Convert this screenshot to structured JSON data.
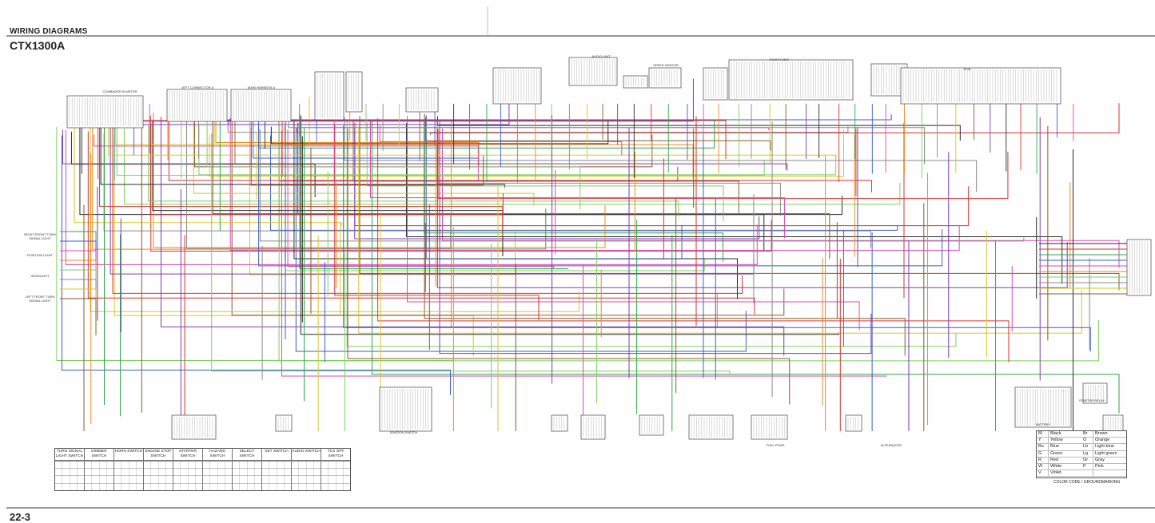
{
  "header": {
    "section_title": "WIRING DIAGRAMS",
    "model": "CTX1300A",
    "page_number": "22-3"
  },
  "wire_colors": {
    "black": "#2a2a2a",
    "red": "#e03030",
    "green": "#2fa84a",
    "blue": "#3a5fd0",
    "pink": "#e048b8",
    "orange": "#f08a20",
    "yellow": "#d8c820",
    "light_green": "#7fd060",
    "gray": "#8a8a8a",
    "brown": "#8b5a2b",
    "violet": "#7a3fb0"
  },
  "components": [
    {
      "label": "COMBINATION METER"
    },
    {
      "label": "LEFT CONNECTOR A"
    },
    {
      "label": "MAIN HARNESS A"
    },
    {
      "label": "AUDIO UNIT"
    },
    {
      "label": "SPEED SENSOR"
    },
    {
      "label": "PGM-FI UNIT"
    },
    {
      "label": "ECM"
    },
    {
      "label": "STARTER RELAY"
    },
    {
      "label": "FUEL PUMP"
    },
    {
      "label": "ALTERNATOR"
    },
    {
      "label": "IGNITION SWITCH"
    },
    {
      "label": "BATTERY"
    }
  ],
  "left_labels": [
    {
      "label": "RIGHT FRONT TURN SIGNAL LIGHT"
    },
    {
      "label": "POSITION LIGHT"
    },
    {
      "label": "HEADLIGHT"
    },
    {
      "label": "LEFT FRONT TURN SIGNAL LIGHT"
    }
  ],
  "switch_tables": [
    {
      "title": "TURN SIGNAL LIGHT SWITCH"
    },
    {
      "title": "DIMMER SWITCH"
    },
    {
      "title": "HORN SWITCH"
    },
    {
      "title": "ENGINE STOP SWITCH"
    },
    {
      "title": "STARTER SWITCH"
    },
    {
      "title": "HAZARD SWITCH"
    },
    {
      "title": "SELECT SWITCH"
    },
    {
      "title": "SET SWITCH"
    },
    {
      "title": "AUDIO SWITCH"
    },
    {
      "title": "TCS OFF SWITCH"
    }
  ],
  "color_legend": [
    {
      "code": "Bl",
      "name": "Black",
      "code2": "Br",
      "name2": "Brown"
    },
    {
      "code": "Y",
      "name": "Yellow",
      "code2": "O",
      "name2": "Orange"
    },
    {
      "code": "Bu",
      "name": "Blue",
      "code2": "Lb",
      "name2": "Light blue"
    },
    {
      "code": "G",
      "name": "Green",
      "code2": "Lg",
      "name2": "Light green"
    },
    {
      "code": "R",
      "name": "Red",
      "code2": "Gr",
      "name2": "Gray"
    },
    {
      "code": "W",
      "name": "White",
      "code2": "P",
      "name2": "Pink"
    },
    {
      "code": "V",
      "name": "Violet",
      "code2": "",
      "name2": ""
    }
  ],
  "legend_note": "COLOR CODE / GROUNDMARKING"
}
